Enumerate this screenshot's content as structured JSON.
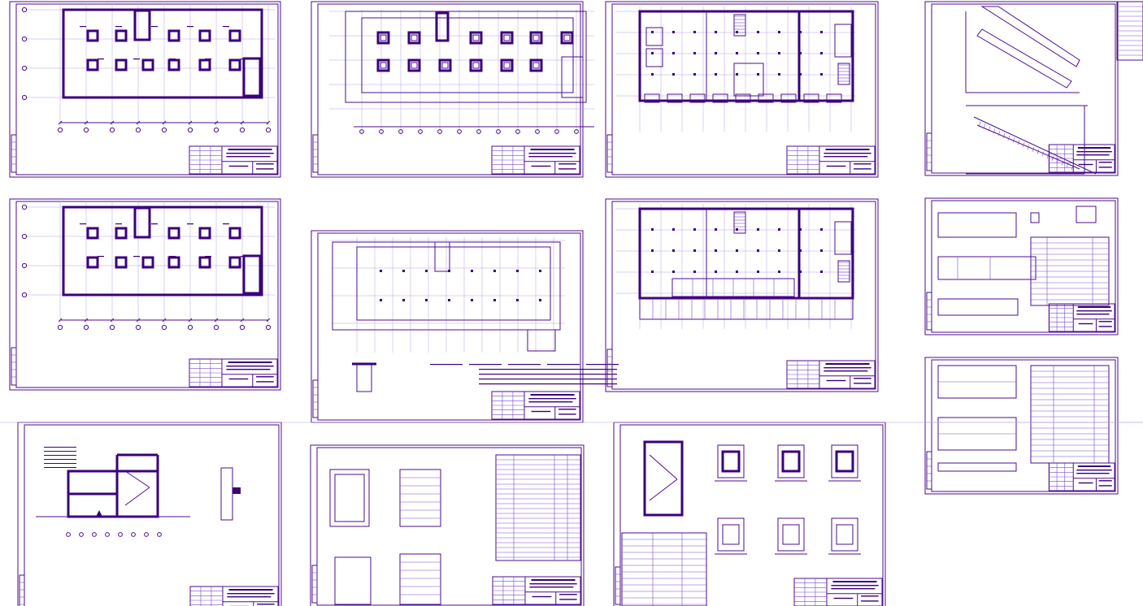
{
  "colors": {
    "ink": "#4b0d8e",
    "ink_dark": "#3a007a",
    "ink_light": "#7a4ac8",
    "grid": "#b7a0e0",
    "paper": "#ffffff"
  },
  "sheets": [
    {
      "kind": "foundation-plan"
    },
    {
      "kind": "pile-plan"
    },
    {
      "kind": "floor-plan-1"
    },
    {
      "kind": "stair-details"
    },
    {
      "kind": "foundation-plan"
    },
    {
      "kind": "slab-plan"
    },
    {
      "kind": "floor-plan-2"
    },
    {
      "kind": "beam-details"
    },
    {
      "kind": "section"
    },
    {
      "kind": "schedules"
    },
    {
      "kind": "node-details"
    },
    {
      "kind": "rebar-details"
    }
  ]
}
